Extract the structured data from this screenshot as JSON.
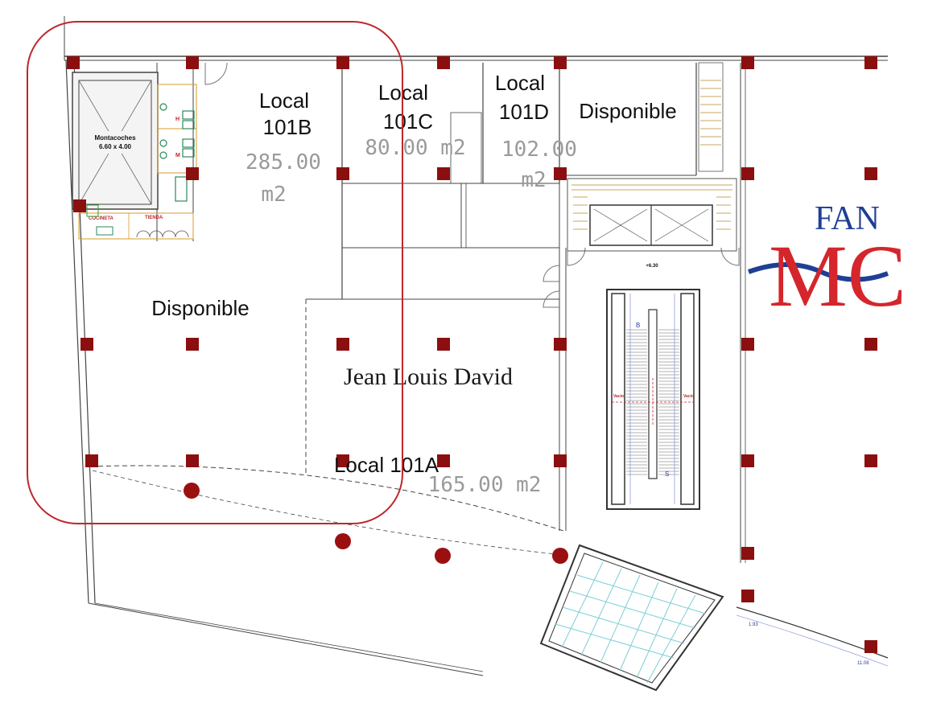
{
  "units": {
    "local_101b": {
      "name": "Local",
      "code": "101B",
      "area": "285.00",
      "area_unit": "m2"
    },
    "local_101c": {
      "name": "Local",
      "code": "101C",
      "area": "80.00 m2"
    },
    "local_101d": {
      "name": "Local",
      "code": "101D",
      "area": "102.00",
      "area_unit": "m2"
    },
    "local_101a": {
      "name": "Local 101A",
      "area": "165.00 m2",
      "tenant": "Jean Louis David"
    },
    "disponible_top": "Disponible",
    "disponible_left": "Disponible"
  },
  "service_area": {
    "montacoches_title": "Montacoches",
    "montacoches_size": "6.60 x 4.00",
    "cocineta": "COCINETA",
    "tienda": "TIENDA",
    "wc_h": "H",
    "wc_m": "M"
  },
  "escalator": {
    "level": "+6.30",
    "b_label": "B",
    "s_label": "S",
    "vacio_left": "Vacio",
    "vacio_right": "Vacio"
  },
  "dimensions": {
    "d1": "1.93",
    "d2": "11.08"
  },
  "logo": {
    "top_text": "FAN",
    "big_text": "MC"
  },
  "colors": {
    "column": "#8b0f0f",
    "highlight": "#c0262c",
    "logo_blue": "#1f3f95",
    "logo_red": "#d4262c"
  }
}
